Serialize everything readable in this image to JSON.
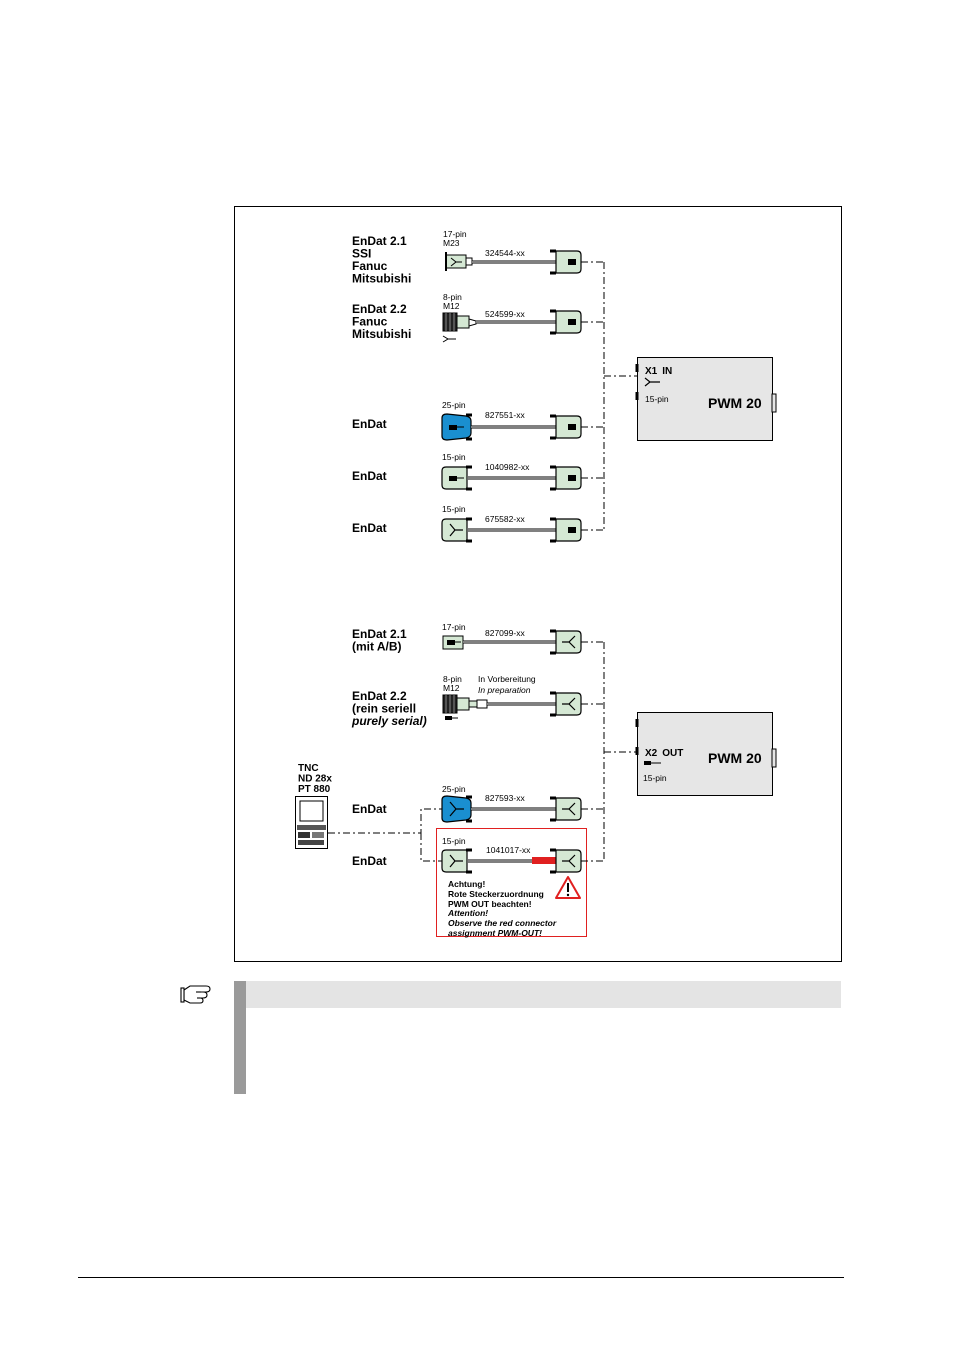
{
  "top_group": {
    "rows": [
      {
        "label": [
          "EnDat 2.1",
          "SSI",
          "Fanuc",
          "Mitsubishi"
        ],
        "pin": [
          "17-pin",
          "M23"
        ],
        "part": "324544-xx"
      },
      {
        "label": [
          "EnDat 2.2",
          "Fanuc",
          "Mitsubishi"
        ],
        "pin": [
          "8-pin",
          "M12"
        ],
        "part": "524599-xx"
      },
      {
        "label": [
          "EnDat"
        ],
        "pin": [
          "25-pin"
        ],
        "part": "827551-xx"
      },
      {
        "label": [
          "EnDat"
        ],
        "pin": [
          "15-pin"
        ],
        "part": "1040982-xx"
      },
      {
        "label": [
          "EnDat"
        ],
        "pin": [
          "15-pin"
        ],
        "part": "675582-xx"
      }
    ],
    "device": {
      "name": "PWM 20",
      "port": "X1",
      "port_dir": "IN",
      "port_pins": "15-pin"
    }
  },
  "bottom_group": {
    "rows": [
      {
        "label": [
          "EnDat 2.1",
          "(mit A/B)"
        ],
        "pin": [
          "17-pin"
        ],
        "part": "827099-xx"
      },
      {
        "label": [
          "EnDat 2.2",
          "(rein seriell",
          "purely serial)"
        ],
        "pin": [
          "8-pin",
          "M12"
        ],
        "part": "",
        "note": [
          "In Vorbereitung",
          "In preparation"
        ]
      },
      {
        "label": [
          "EnDat"
        ],
        "pin": [
          "25-pin"
        ],
        "part": "827593-xx"
      },
      {
        "label": [
          "EnDat"
        ],
        "pin": [
          "15-pin"
        ],
        "part": "1041017-xx"
      }
    ],
    "device": {
      "name": "PWM 20",
      "port": "X2",
      "port_dir": "OUT",
      "port_pins": "15-pin"
    },
    "control": [
      "TNC",
      "ND 28x",
      "PT 880"
    ],
    "warning": [
      "Achtung!",
      "Rote Steckerzuordnung",
      "PWM OUT beachten!",
      "Attention!",
      "Observe the red connector",
      "assignment PWM-OUT!"
    ]
  },
  "colors": {
    "connector_green": "#d5e8d4",
    "connector_blue": "#1a8fd0",
    "warning_red": "#e02020",
    "device_gray": "#e6e6e6",
    "note_bar_gray": "#9a9a9a",
    "note_header_gray": "#e4e4e4"
  },
  "note": {
    "icon": "pointing-hand-icon"
  }
}
